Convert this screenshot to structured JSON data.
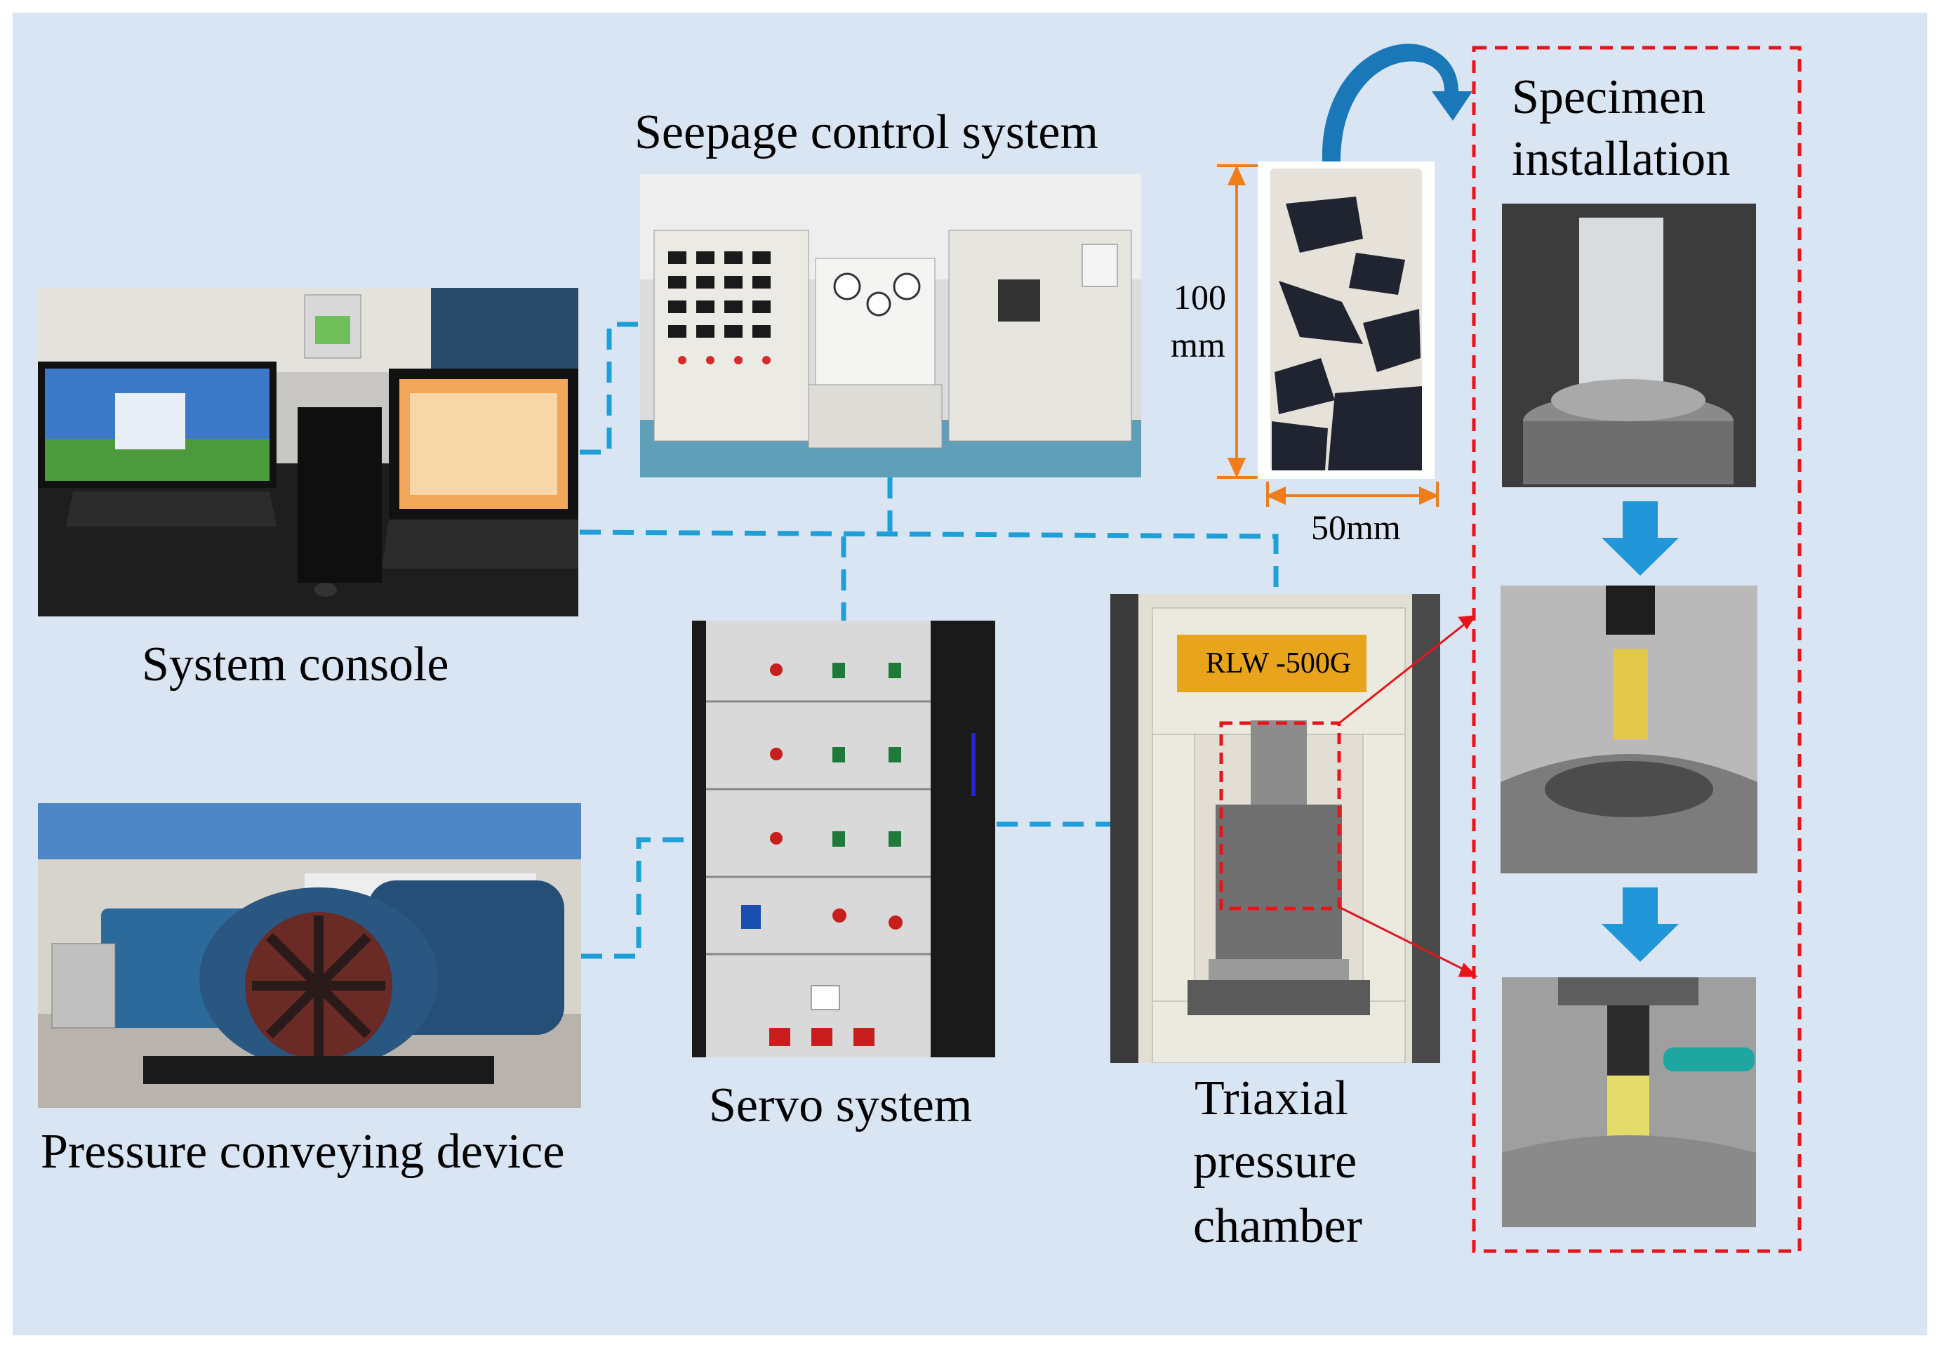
{
  "labels": {
    "seepage_control_system": "Seepage control system",
    "system_console": "System console",
    "pressure_conveying_device": "Pressure conveying device",
    "servo_system": "Servo system",
    "triaxial_line1": "Triaxial",
    "triaxial_line2": "pressure",
    "triaxial_line3": "chamber",
    "specimen_line1": "Specimen",
    "specimen_line2": "installation",
    "height_value": "100",
    "height_unit": "mm",
    "width_dim": "50mm",
    "machine_model": "RLW -500G"
  },
  "colors": {
    "background": "#dae5f4",
    "connector": "#1e9fd8",
    "highlight_box": "#e8141c",
    "dimension": "#ef7d1a",
    "step_arrow": "#2196d9",
    "curved_arrow": "#1a78b8",
    "model_plate": "#e8a51c"
  }
}
